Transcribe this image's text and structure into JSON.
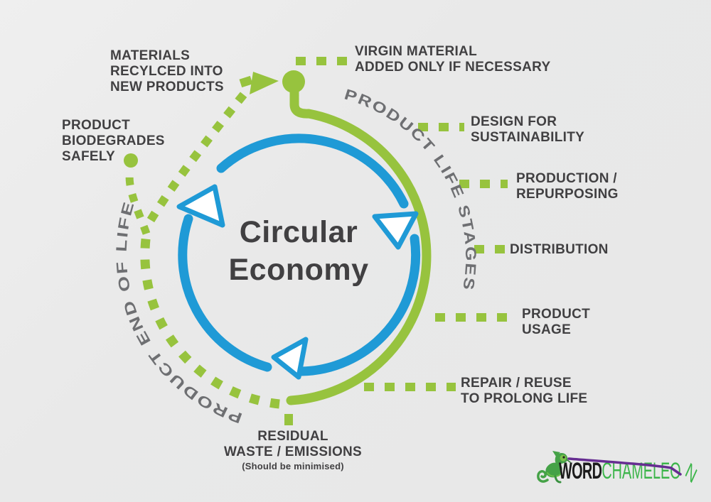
{
  "title": {
    "line1": "Circular",
    "line2": "Economy"
  },
  "arc_labels": {
    "right": "PRODUCT LIFE STAGES",
    "left": "PRODUCT END OF LIFE"
  },
  "stages": {
    "virgin": {
      "line1": "VIRGIN MATERIAL",
      "line2": "ADDED ONLY IF NECESSARY"
    },
    "design": {
      "line1": "DESIGN FOR",
      "line2": "SUSTAINABILITY"
    },
    "production": {
      "line1": "PRODUCTION /",
      "line2": "REPURPOSING"
    },
    "distribution": {
      "line1": "DISTRIBUTION"
    },
    "usage": {
      "line1": "PRODUCT",
      "line2": "USAGE"
    },
    "repair": {
      "line1": "REPAIR / REUSE",
      "line2": "TO PROLONG LIFE"
    },
    "residual": {
      "line1": "RESIDUAL",
      "line2": "WASTE / EMISSIONS",
      "note": "(Should be minimised)"
    },
    "materials": {
      "line1": "MATERIALS",
      "line2": "RECYLCED INTO",
      "line3": "NEW PRODUCTS"
    },
    "biodegrades": {
      "line1": "PRODUCT",
      "line2": "BIODEGRADES",
      "line3": "SAFELY"
    }
  },
  "logo": {
    "word": "WORD",
    "chameleo": "CHAMELEO",
    "n": "N"
  },
  "colors": {
    "background": "#e9e9e9",
    "green": "#97c33e",
    "blue": "#1f9ad6",
    "text_dark": "#414042",
    "arc_text_gray": "#6e6f72",
    "logo_green": "#3cb54a",
    "logo_black": "#1b1b1b",
    "logo_purple": "#662d91"
  }
}
